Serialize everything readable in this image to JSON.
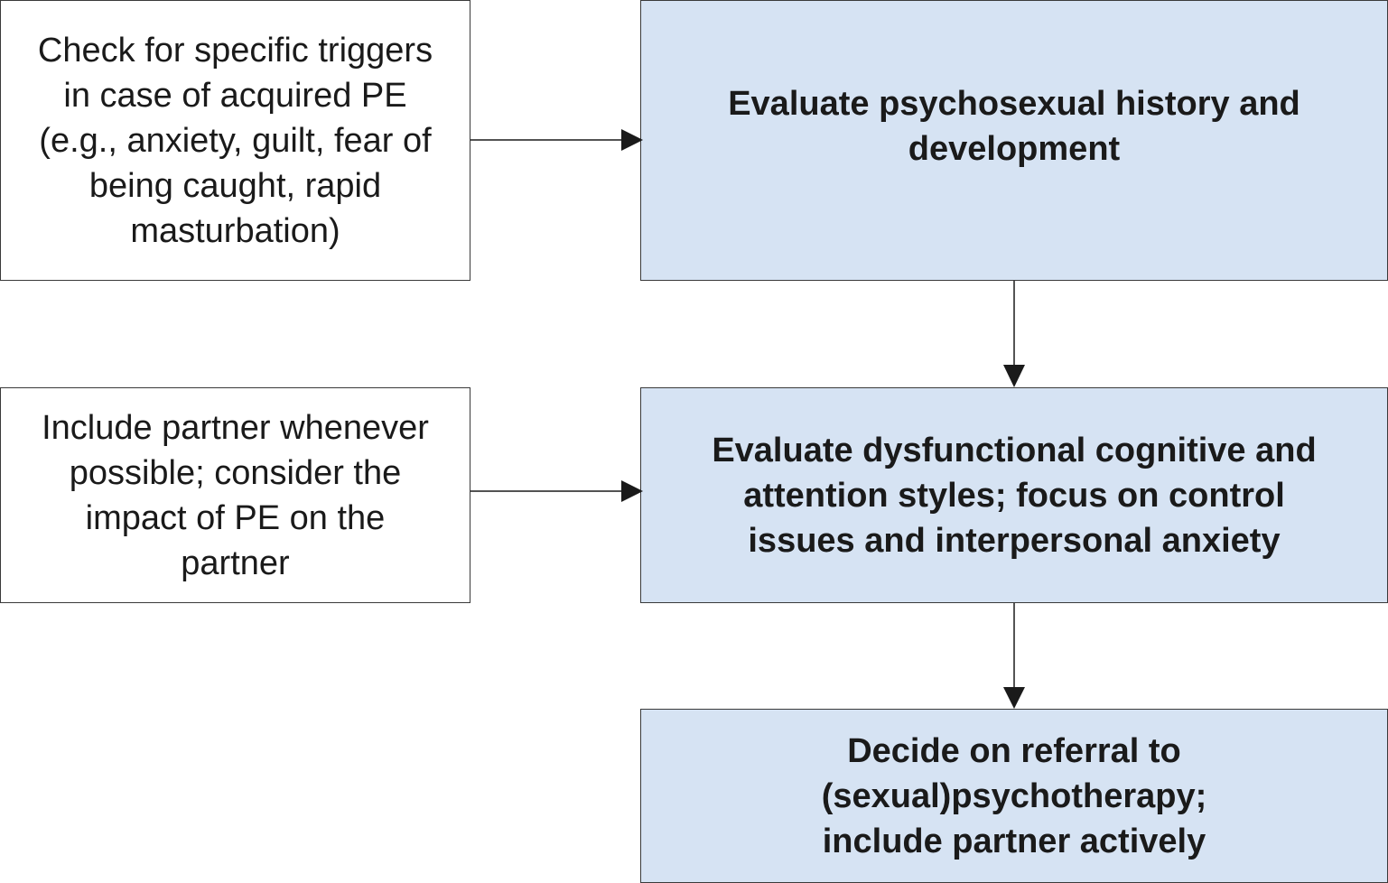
{
  "boxes": {
    "triggers": "Check for specific triggers\nin case of acquired PE\n(e.g., anxiety, guilt, fear of\nbeing caught, rapid\nmasturbation)",
    "partner": "Include partner whenever\npossible; consider the\nimpact of PE on the\npartner",
    "psychosexual": "Evaluate psychosexual history and\ndevelopment",
    "cognitive": "Evaluate dysfunctional cognitive and\nattention styles; focus on control\nissues and interpersonal anxiety",
    "referral": "Decide on referral to\n(sexual)psychotherapy;\ninclude partner actively"
  },
  "colors": {
    "main_fill": "#d6e3f3",
    "side_fill": "#ffffff",
    "border": "#3a3a3a",
    "arrow": "#1a1a1a"
  }
}
